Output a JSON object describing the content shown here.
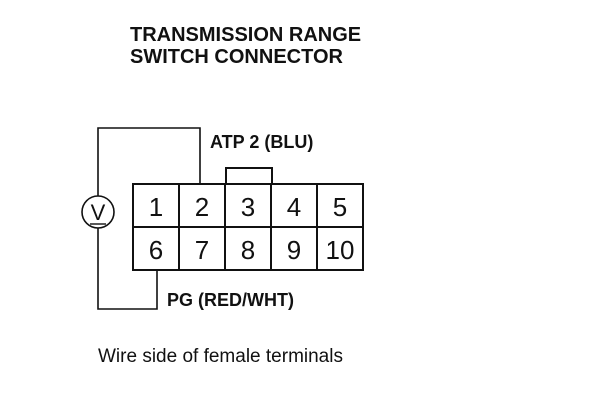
{
  "title": {
    "line1": "TRANSMISSION RANGE",
    "line2": "SWITCH CONNECTOR"
  },
  "labels": {
    "atp": "ATP 2 (BLU)",
    "pg": "PG (RED/WHT)",
    "caption": "Wire side of female terminals"
  },
  "meter": {
    "symbol": "V",
    "icon": "voltmeter-icon"
  },
  "connector": {
    "top_row": [
      "1",
      "2",
      "3",
      "4",
      "5"
    ],
    "bottom_row": [
      "6",
      "7",
      "8",
      "9",
      "10"
    ]
  }
}
